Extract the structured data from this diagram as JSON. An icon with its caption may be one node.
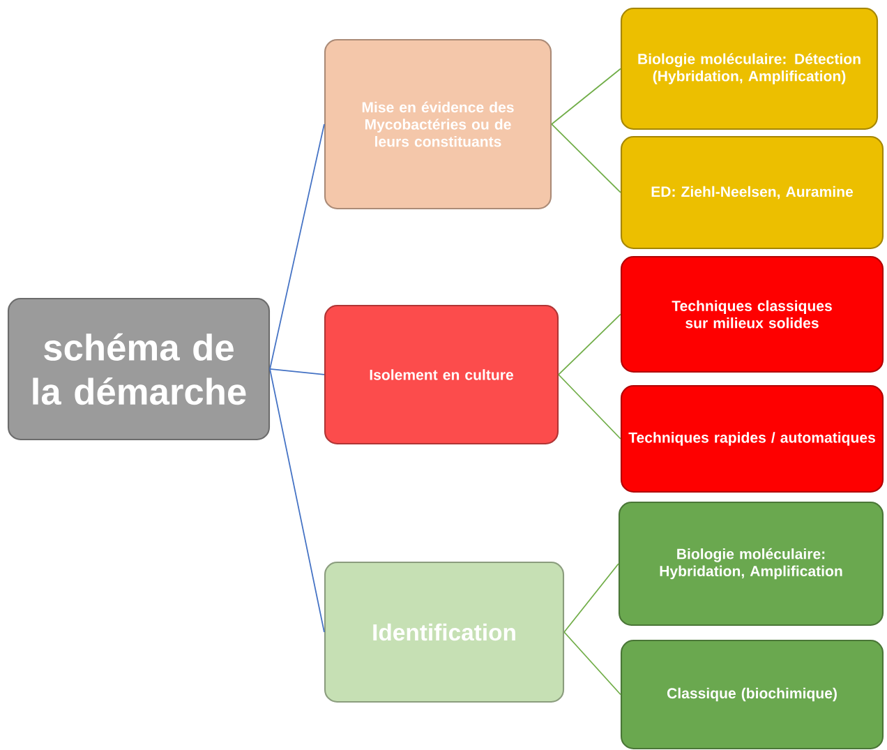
{
  "diagram": {
    "nodes": [
      {
        "text": [
          "schéma de la démarche"
        ]
      },
      {
        "text": [
          "Mise en évidence des Mycobactéries ou de leurs constituants"
        ]
      },
      {
        "text": [
          "Isolement en culture"
        ]
      },
      {
        "text": [
          "Identification"
        ]
      },
      {
        "text": [
          "Biologie moléculaire: Détection (Hybridation, Amplification)"
        ]
      },
      {
        "text": [
          "ED: Ziehl-Neelsen, Auramine"
        ]
      },
      {
        "text": [
          "Techniques classiques sur milieux solides"
        ]
      },
      {
        "text": [
          "Techniques rapides / automatiques"
        ]
      },
      {
        "text": [
          "Biologie moléculaire: Hybridation, Amplification"
        ]
      },
      {
        "text": [
          "Classique (biochimique)"
        ]
      }
    ],
    "edges": [
      {
        "from": 0,
        "to": 1,
        "arrow": "none",
        "color": "#4472c4"
      },
      {
        "from": 0,
        "to": 2,
        "arrow": "none",
        "color": "#4472c4"
      },
      {
        "from": 0,
        "to": 3,
        "arrow": "none",
        "color": "#4472c4"
      },
      {
        "from": 1,
        "to": 4,
        "arrow": "none"
      },
      {
        "from": 1,
        "to": 5,
        "arrow": "none"
      },
      {
        "from": 2,
        "to": 6,
        "arrow": "none"
      },
      {
        "from": 2,
        "to": 7,
        "arrow": "none"
      },
      {
        "from": 3,
        "to": 8,
        "arrow": "none"
      },
      {
        "from": 3,
        "to": 9,
        "arrow": "none"
      }
    ]
  }
}
